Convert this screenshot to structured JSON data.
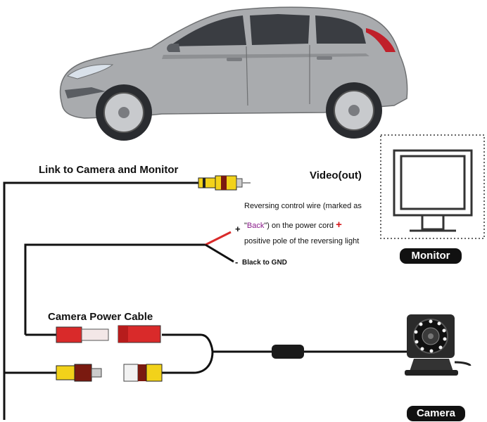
{
  "labels": {
    "link_title": "Link to Camera and Monitor",
    "video_out": "Video(out)",
    "reversing_line1": "Reversing control wire (marked as",
    "reversing_line2_pre": "\"",
    "reversing_line2_mark": "Back",
    "reversing_line2_post": "\") on the power cord",
    "reversing_line3": "positive pole of the reversing light",
    "plus": "+",
    "minus": "-",
    "black_gnd": "Black to GND",
    "power_title": "Camera Power Cable",
    "monitor": "Monitor",
    "camera": "Camera"
  },
  "colors": {
    "wire": "#111111",
    "rca_yellow": "#f2d21a",
    "rca_red": "#d92a2a",
    "car_body": "#a9abae",
    "plus_red": "#d7191c",
    "back_purple": "#8a1a8a"
  },
  "icons": [
    "car-illustration",
    "monitor-icon",
    "camera-icon",
    "rca-plug-icon",
    "inline-switch-icon"
  ]
}
